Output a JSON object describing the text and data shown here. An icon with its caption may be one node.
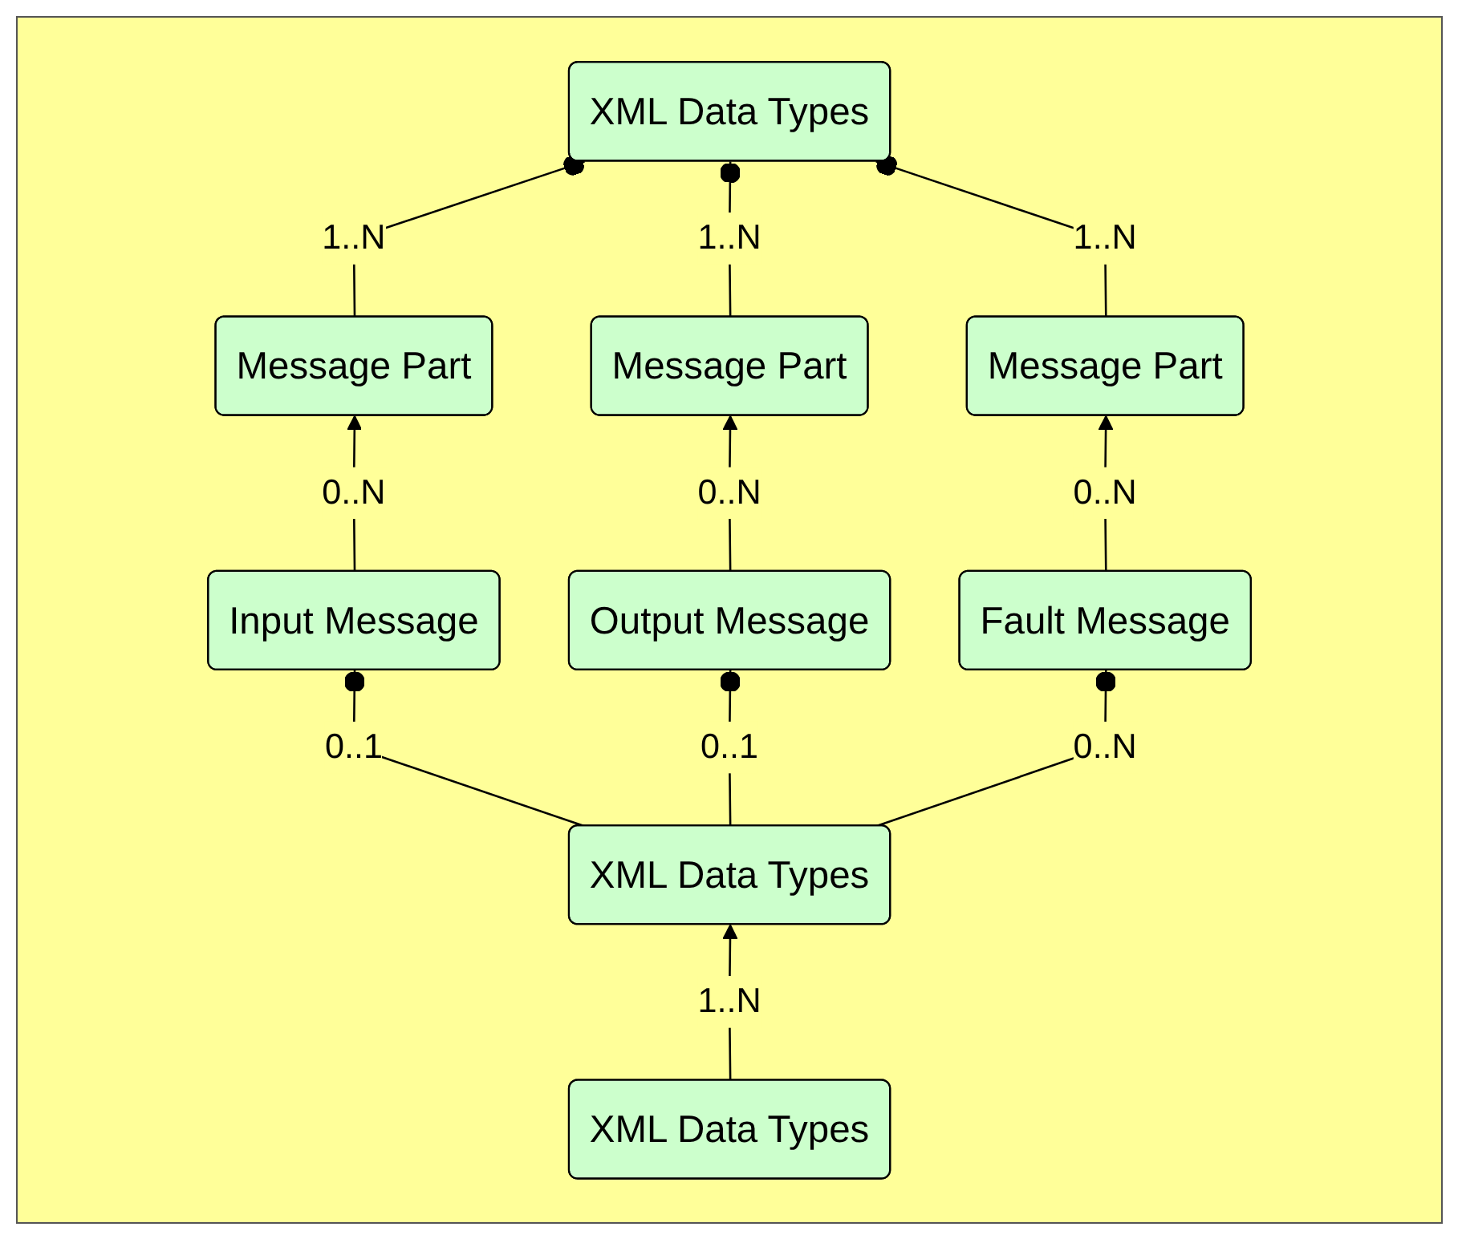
{
  "diagram": {
    "nodes": [
      {
        "text": [
          "XML Data Types"
        ]
      },
      {
        "text": [
          "Message Part"
        ]
      },
      {
        "text": [
          "Message Part"
        ]
      },
      {
        "text": [
          "Message Part"
        ]
      },
      {
        "text": [
          "Input Message"
        ]
      },
      {
        "text": [
          "Output Message"
        ]
      },
      {
        "text": [
          "Fault Message"
        ]
      },
      {
        "text": [
          "XML Data Types"
        ]
      },
      {
        "text": [
          "XML Data Types"
        ]
      }
    ],
    "edges": [
      {
        "from": 1,
        "to": 0,
        "arrow": "other",
        "label": "1..N"
      },
      {
        "from": 2,
        "to": 0,
        "arrow": "other",
        "label": "1..N"
      },
      {
        "from": 3,
        "to": 0,
        "arrow": "other",
        "label": "1..N"
      },
      {
        "from": 4,
        "to": 1,
        "arrow": "to",
        "label": "0..N"
      },
      {
        "from": 5,
        "to": 2,
        "arrow": "to",
        "label": "0..N"
      },
      {
        "from": 6,
        "to": 3,
        "arrow": "to",
        "label": "0..N"
      },
      {
        "from": 7,
        "to": 4,
        "arrow": "other",
        "label": "0..1"
      },
      {
        "from": 7,
        "to": 5,
        "arrow": "other",
        "label": "0..1"
      },
      {
        "from": 7,
        "to": 6,
        "arrow": "other",
        "label": "0..N"
      },
      {
        "from": 8,
        "to": 7,
        "arrow": "to",
        "label": "1..N"
      }
    ]
  }
}
